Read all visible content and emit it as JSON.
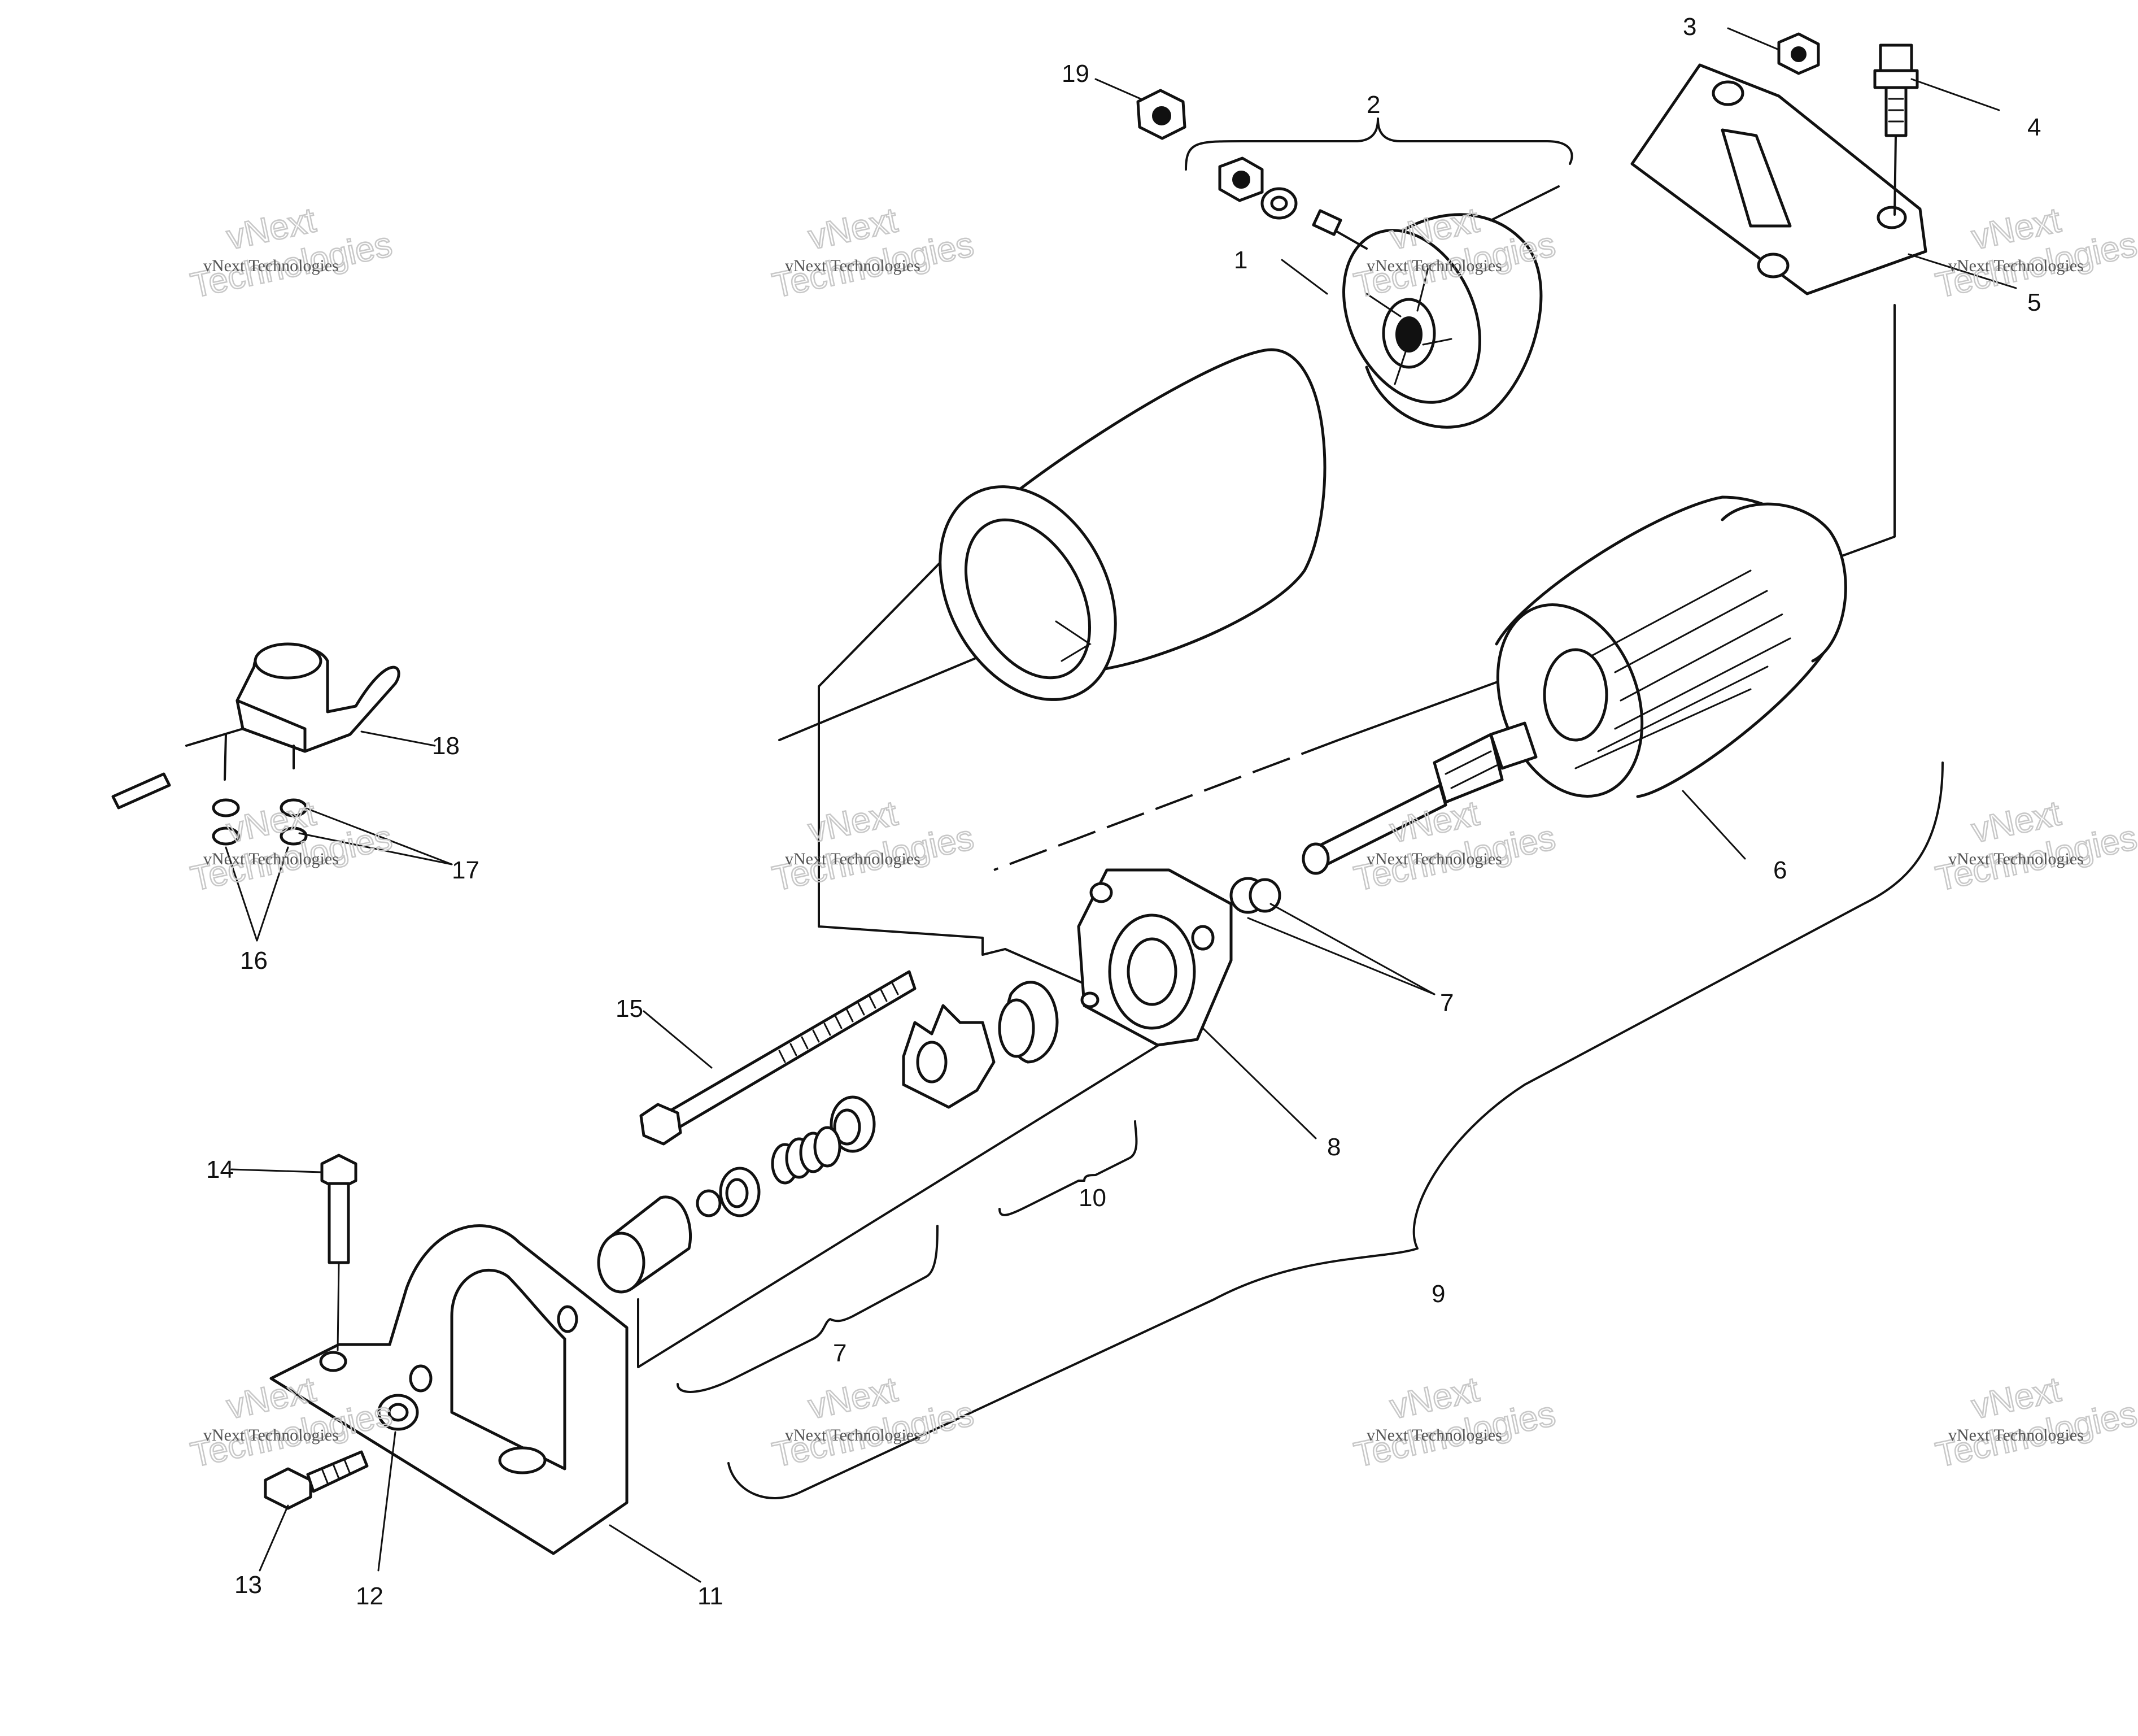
{
  "diagram": {
    "callouts": [
      "1",
      "2",
      "3",
      "4",
      "5",
      "6",
      "7",
      "8",
      "9",
      "10",
      "11",
      "12",
      "13",
      "14",
      "15",
      "16",
      "17",
      "18",
      "19"
    ],
    "second_callout_7": "7",
    "watermark": {
      "small": "vNext Technologies",
      "big_line1": "vNext",
      "big_line2": "Technologies"
    }
  }
}
